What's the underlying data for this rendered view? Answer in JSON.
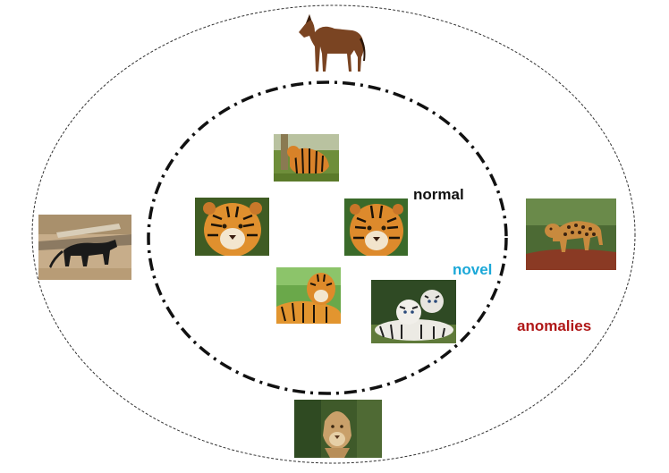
{
  "labels": {
    "normal": "normal",
    "novel": "novel",
    "anomalies": "anomalies"
  },
  "colors": {
    "normal_label": "#111111",
    "novel_label": "#1ba8d8",
    "anomalies_label": "#b01818",
    "outer_boundary": "#333333",
    "inner_boundary": "#111111"
  },
  "images": {
    "normal": [
      "tiger",
      "tiger",
      "tiger",
      "tiger"
    ],
    "novel": [
      "white-tiger"
    ],
    "anomalies": [
      "horse",
      "black-panther",
      "leopard",
      "lioness"
    ]
  }
}
